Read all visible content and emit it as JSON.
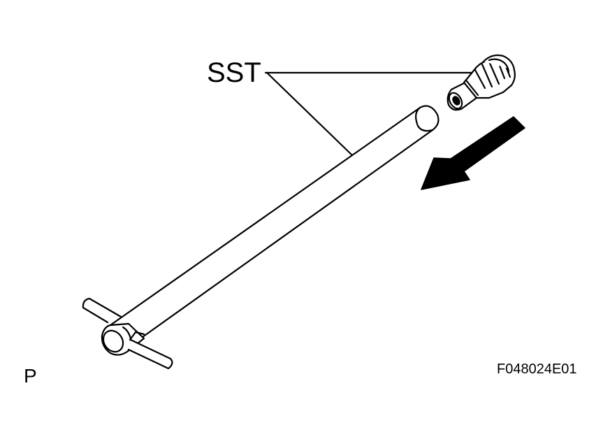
{
  "labels": {
    "tool": "SST",
    "view": "P",
    "figure_code": "F048024E01"
  },
  "parts": {
    "bar_icon": "t-handle-bar",
    "socket_icon": "valve-core-socket",
    "arrow_icon": "insertion-direction-arrow"
  },
  "colors": {
    "line": "#000000",
    "background": "#ffffff"
  }
}
